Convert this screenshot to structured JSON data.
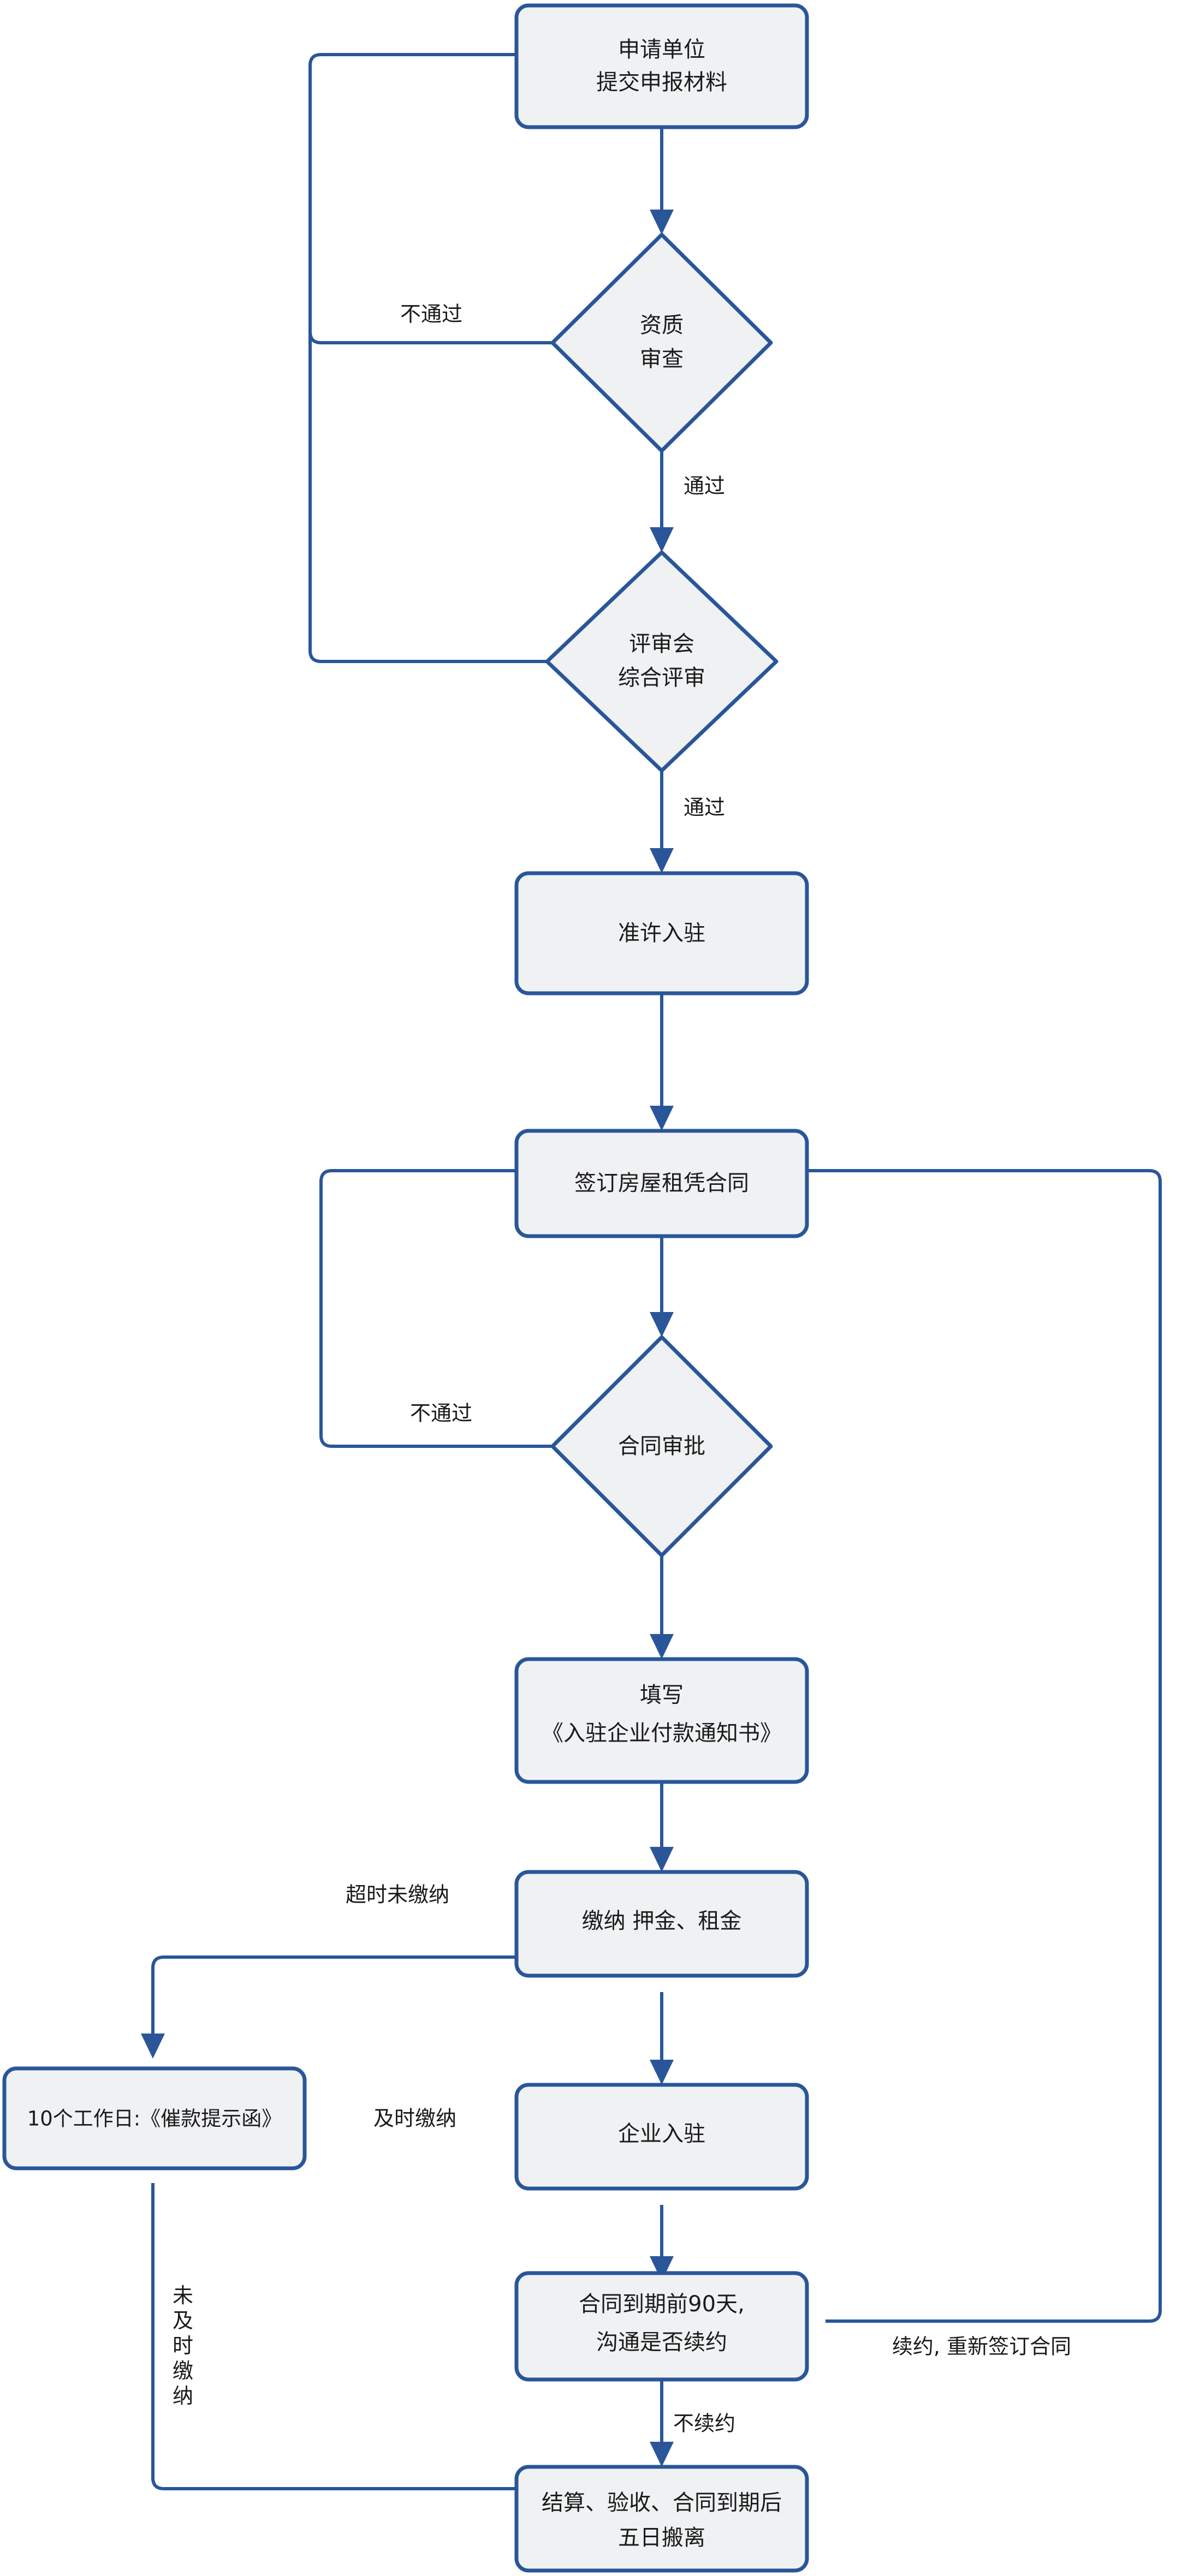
{
  "diagram": {
    "title_present": false,
    "colors": {
      "node_fill": "#EFF1F3",
      "node_stroke": "#2A5699",
      "connector": "#2A5699",
      "text": "#1A1A1A",
      "background": "#FFFFFF"
    },
    "nodes": [
      {
        "id": "n1",
        "type": "process",
        "lines": [
          "申请单位",
          "提交申报材料"
        ]
      },
      {
        "id": "n2",
        "type": "decision",
        "lines": [
          "资质",
          "审查"
        ]
      },
      {
        "id": "n3",
        "type": "decision",
        "lines": [
          "评审会",
          "综合评审"
        ]
      },
      {
        "id": "n4",
        "type": "process",
        "lines": [
          "准许入驻"
        ]
      },
      {
        "id": "n5",
        "type": "process",
        "lines": [
          "签订房屋租凭合同"
        ]
      },
      {
        "id": "n6",
        "type": "decision",
        "lines": [
          "合同审批"
        ]
      },
      {
        "id": "n7",
        "type": "process",
        "lines": [
          "填写",
          "《入驻企业付款通知书》"
        ]
      },
      {
        "id": "n8",
        "type": "process",
        "lines": [
          "缴纳 押金、租金"
        ]
      },
      {
        "id": "n9",
        "type": "process",
        "lines": [
          "10个工作日:《催款提示函》"
        ]
      },
      {
        "id": "n10",
        "type": "process",
        "lines": [
          "企业入驻"
        ]
      },
      {
        "id": "n11",
        "type": "process",
        "lines": [
          "合同到期前90天,",
          "沟通是否续约"
        ]
      },
      {
        "id": "n12",
        "type": "process",
        "lines": [
          "结算、验收、合同到期后",
          "五日搬离"
        ]
      }
    ],
    "edge_labels": [
      {
        "id": "e_fail1",
        "text": "不通过",
        "orientation": "horizontal"
      },
      {
        "id": "e_pass1",
        "text": "通过",
        "orientation": "horizontal"
      },
      {
        "id": "e_pass2",
        "text": "通过",
        "orientation": "horizontal"
      },
      {
        "id": "e_fail2",
        "text": "不通过",
        "orientation": "horizontal"
      },
      {
        "id": "e_overdue",
        "text": "超时未缴纳",
        "orientation": "horizontal"
      },
      {
        "id": "e_ontime",
        "text": "及时缴纳",
        "orientation": "horizontal"
      },
      {
        "id": "e_notpaid",
        "text": "未及时缴纳",
        "orientation": "vertical"
      },
      {
        "id": "e_renew",
        "text": "续约, 重新签订合同",
        "orientation": "horizontal"
      },
      {
        "id": "e_norenew",
        "text": "不续约",
        "orientation": "horizontal"
      }
    ]
  }
}
